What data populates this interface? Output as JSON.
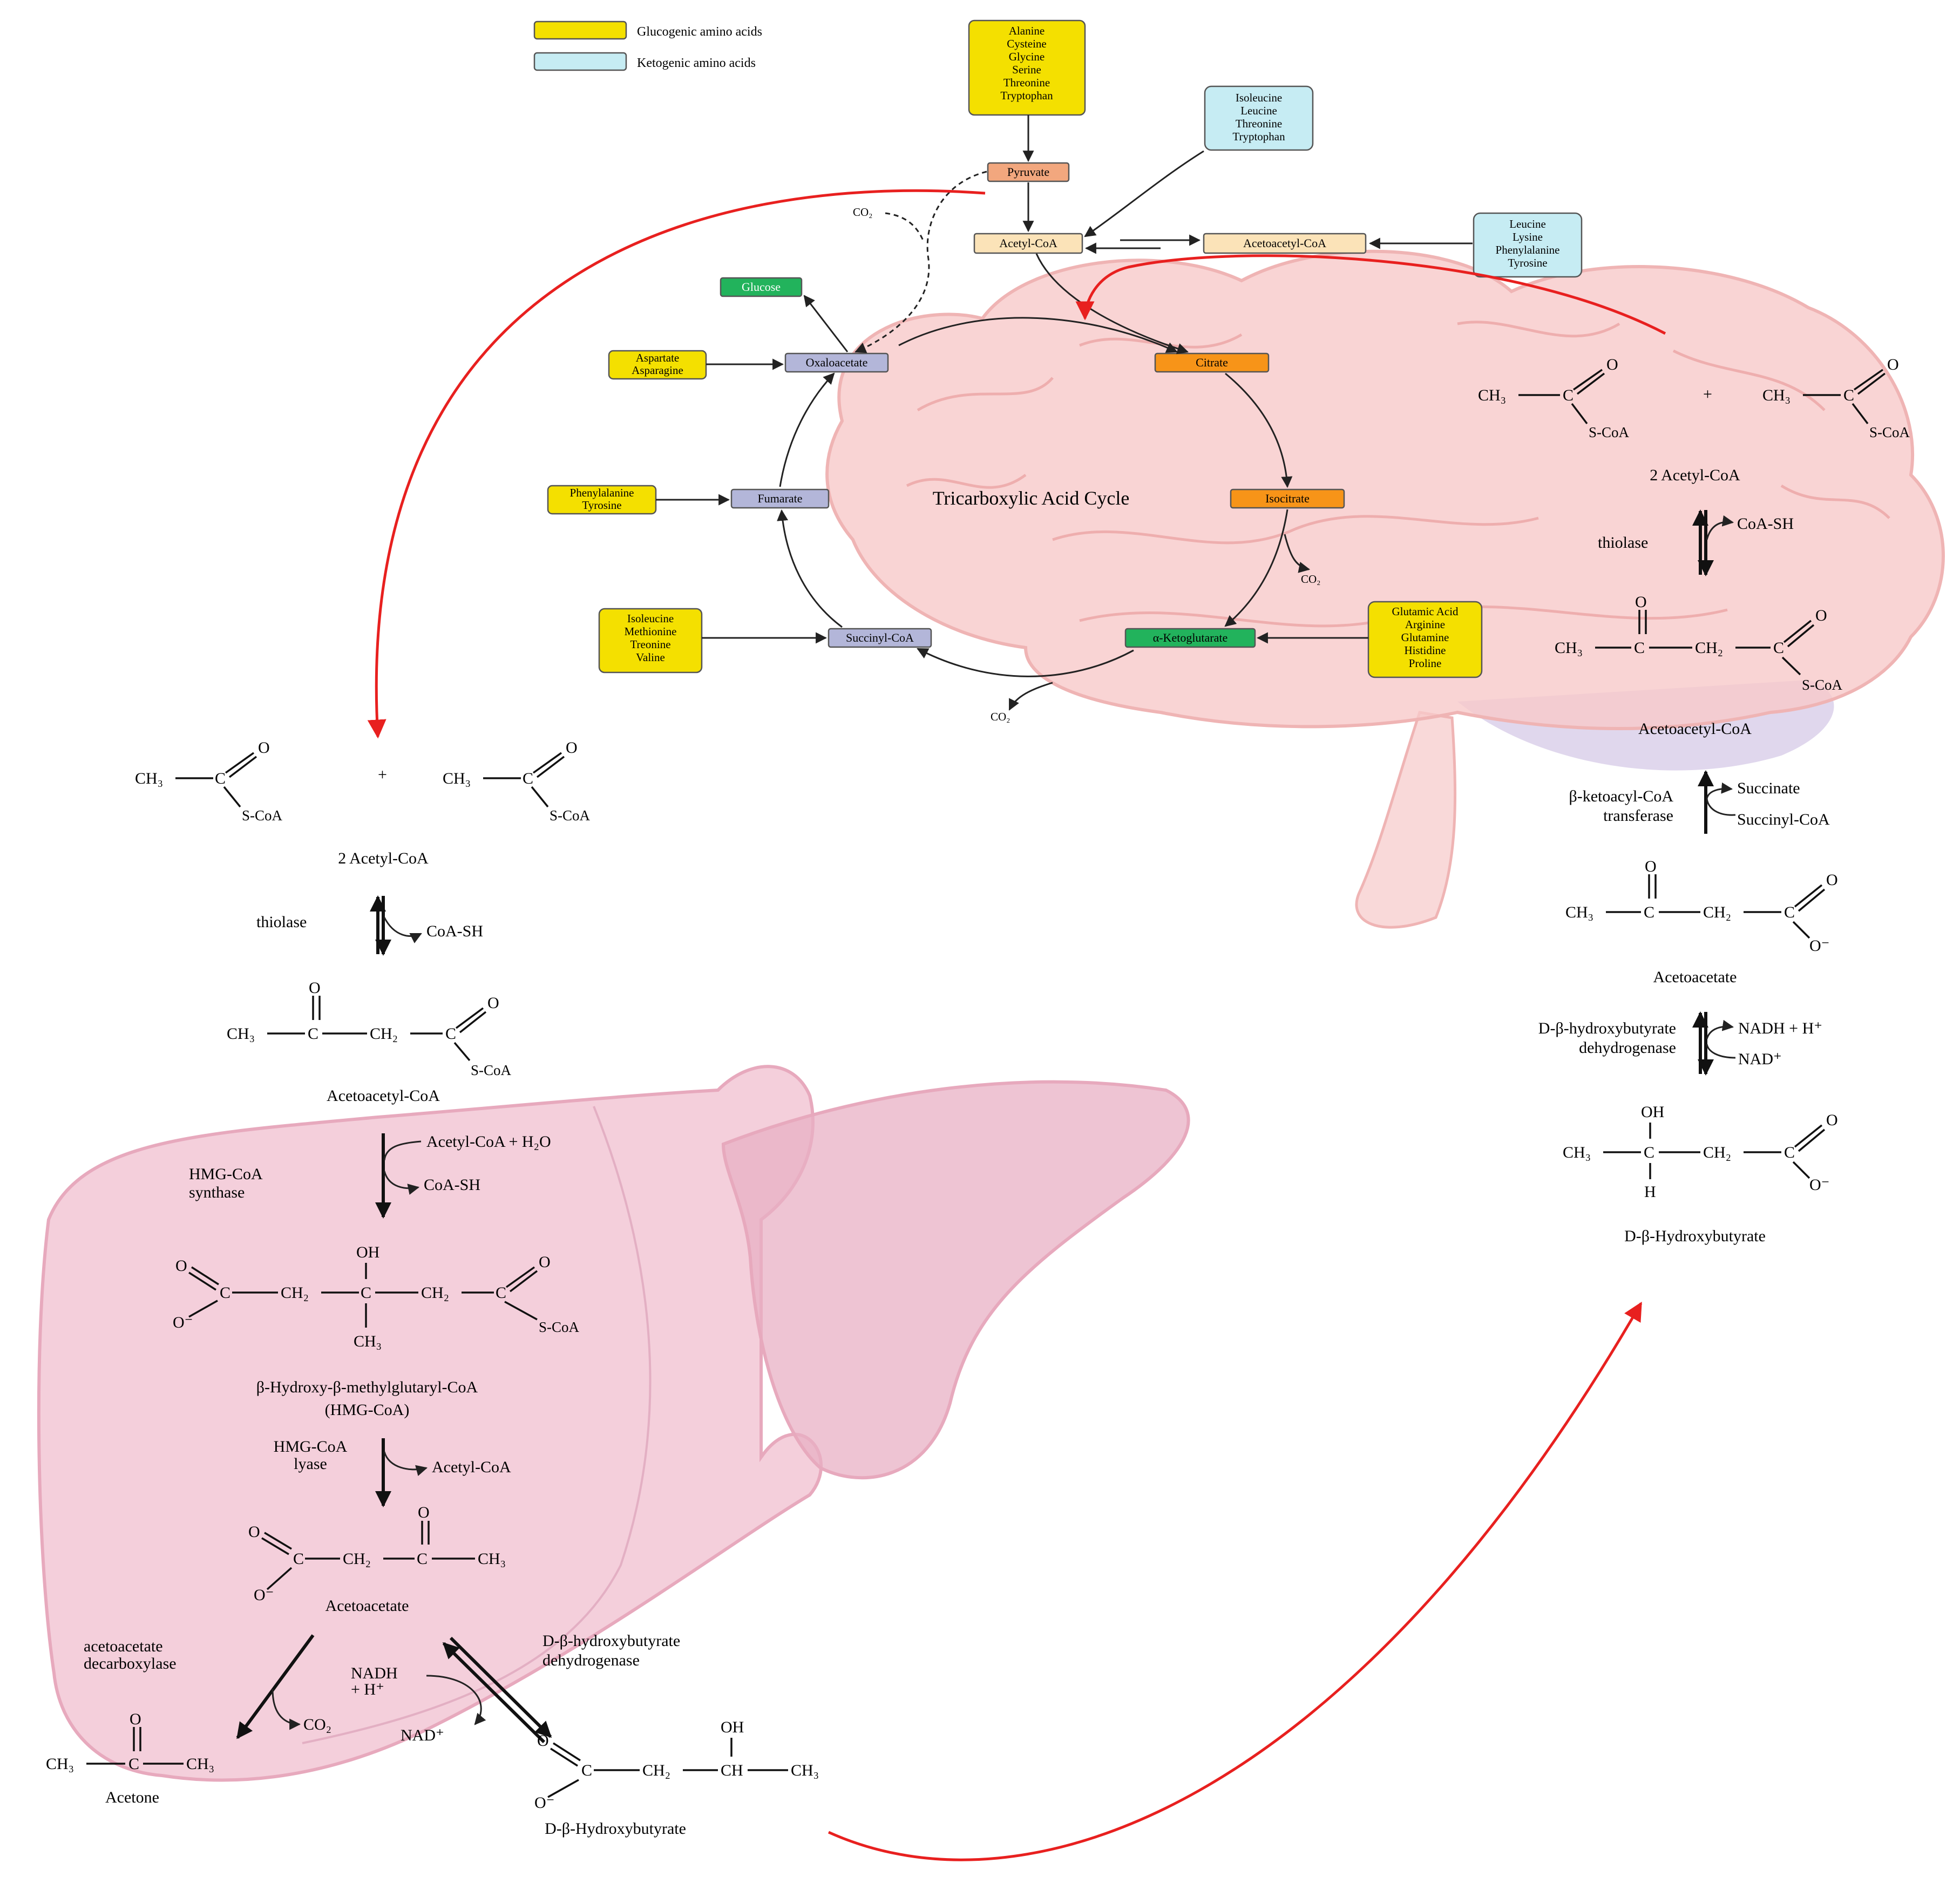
{
  "colors": {
    "glucogenic": "#f4e000",
    "ketogenic": "#c6ecf3",
    "pyruvate": "#f2a77e",
    "acetyl_coa": "#fbe3b8",
    "tca_intermediate": "#b3b6d9",
    "citrate": "#f79418",
    "green_box": "#22b35c",
    "brain": "#f7c9c9",
    "liver": "#f0bfcf",
    "red_arrow": "#e8201f"
  },
  "legend": {
    "glucogenic_label": "Glucogenic amino acids",
    "ketogenic_label": "Ketogenic amino acids"
  },
  "tca": {
    "title": "Tricarboxylic Acid Cycle",
    "pyruvate": "Pyruvate",
    "acetyl_coa": "Acetyl-CoA",
    "acetoacetyl_coa": "Acetoacetyl-CoA",
    "glucose": "Glucose",
    "oxaloacetate": "Oxaloacetate",
    "citrate": "Citrate",
    "isocitrate": "Isocitrate",
    "alpha_ketoglutarate": "α-Ketoglutarate",
    "succinyl_coa": "Succinyl-CoA",
    "fumarate": "Fumarate",
    "co2_a": "CO₂",
    "co2_b": "CO₂",
    "co2_c": "CO₂",
    "aa_top": [
      "Alanine",
      "Cysteine",
      "Glycine",
      "Serine",
      "Threonine",
      "Tryptophan"
    ],
    "aa_keto_right": [
      "Isoleucine",
      "Leucine",
      "Threonine",
      "Tryptophan"
    ],
    "aa_keto_far": [
      "Leucine",
      "Lysine",
      "Phenylalanine",
      "Tyrosine"
    ],
    "aa_asp": [
      "Aspartate",
      "Asparagine"
    ],
    "aa_phe": [
      "Phenylalanine",
      "Tyrosine"
    ],
    "aa_ile": [
      "Isoleucine",
      "Methionine",
      "Treonine",
      "Valine"
    ],
    "aa_glu": [
      "Glutamic Acid",
      "Arginine",
      "Glutamine",
      "Histidine",
      "Proline"
    ]
  },
  "liver": {
    "plus": "+",
    "acetyl_name": "2 Acetyl-CoA",
    "thiolase": "thiolase",
    "coa_sh_1": "CoA-SH",
    "acetoacetyl_name": "Acetoacetyl-CoA",
    "hmg_synthase": [
      "HMG-CoA",
      "synthase"
    ],
    "acetyl_h2o": "Acetyl-CoA + H₂O",
    "coa_sh_2": "CoA-SH",
    "hmg_name": [
      "β-Hydroxy-β-methylglutaryl-CoA",
      "(HMG-CoA)"
    ],
    "hmg_lyase": [
      "HMG-CoA",
      "lyase"
    ],
    "acetyl_out": "Acetyl-CoA",
    "acetoacetate_name": "Acetoacetate",
    "decarboxylase": [
      "acetoacetate",
      "decarboxylase"
    ],
    "co2": "CO₂",
    "nadh": [
      "NADH",
      "+ H⁺"
    ],
    "nad": "NAD⁺",
    "dehydrogenase": [
      "D-β-hydroxybutyrate",
      "dehydrogenase"
    ],
    "acetone_name": "Acetone",
    "hydroxybutyrate_name": "D-β-Hydroxybutyrate"
  },
  "brain": {
    "plus": "+",
    "acetyl_name": "2 Acetyl-CoA",
    "thiolase": "thiolase",
    "coa_sh": "CoA-SH",
    "acetoacetyl_name": "Acetoacetyl-CoA",
    "transferase": [
      "β-ketoacyl-CoA",
      "transferase"
    ],
    "succinate": "Succinate",
    "succinyl_coa": "Succinyl-CoA",
    "acetoacetate_name": "Acetoacetate",
    "dehydrogenase": [
      "D-β-hydroxybutyrate",
      "dehydrogenase"
    ],
    "nadh": "NADH + H⁺",
    "nad": "NAD⁺",
    "hydroxybutyrate_name": "D-β-Hydroxybutyrate"
  },
  "chem": {
    "ch3": "CH₃",
    "ch2": "CH₂",
    "ch": "CH",
    "c": "C",
    "o": "O",
    "o_minus": "O⁻",
    "oh": "OH",
    "h": "H",
    "scoa": "S-CoA"
  }
}
